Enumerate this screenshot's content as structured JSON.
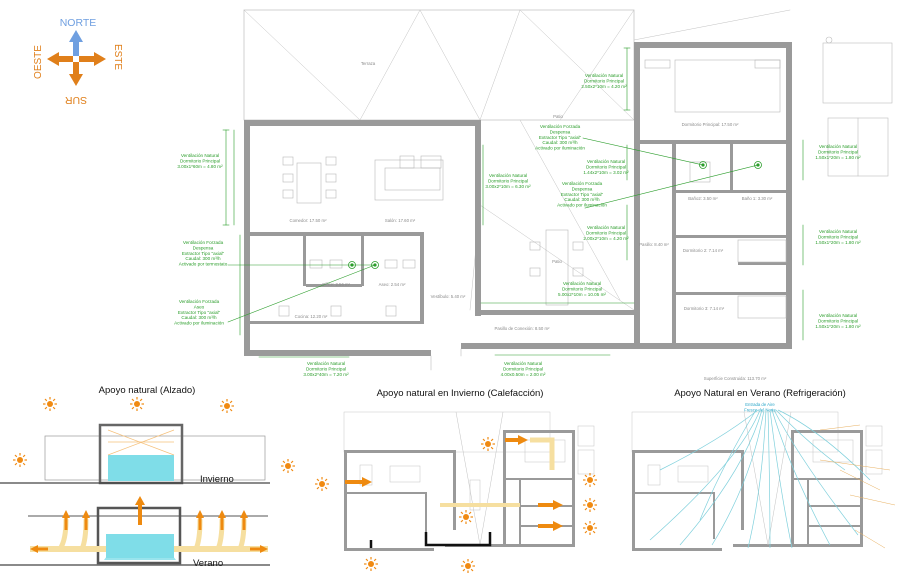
{
  "compass": {
    "north": "NORTE",
    "south": "SUR",
    "east": "ESTE",
    "west": "OESTE",
    "colors": {
      "north": "#6f9fe0",
      "others": "#e07f1a"
    }
  },
  "plan": {
    "rooms": {
      "terraza": "Terraza",
      "comedor": "Comedor: 17.50 m²",
      "salon": "Salón: 17.60 m²",
      "patio_north": "Patio",
      "patio": "Patio",
      "dormitorio_principal": "Dormitorio Principal: 17.50 m²",
      "bano2": "Baño2: 3.50 m²",
      "bano1": "Baño 1: 3.30 m²",
      "pasillo": "Pasillo: 8.40 m²",
      "dormitorio2": "Dormitorio 2: 7.14 m²",
      "dormitorio3": "Dormitorio 3: 7.14 m²",
      "office": "Office: 2.56 m²",
      "aseo": "Aseo: 2.54 m²",
      "cocina": "Cocina: 12.20 m²",
      "vestibulo": "Vestíbulo: 5.40 m²",
      "pasillo_conexion": "Pasillo de Conexión: 8.50 m²",
      "superficie": "Superficie Construida: 113.70 m²"
    },
    "green_notes": {
      "vn_dorm_top": [
        "Ventilación Natural",
        "Dormitorio Principal",
        "2.50x2*10m = 4.20 m²"
      ],
      "vn_left_upper": [
        "Ventilación Natural",
        "Dormitorio Principal",
        "3.00x1*60m = 4.80 m²"
      ],
      "vf_left_desp": [
        "Ventilación Forzada",
        "Despensa",
        "Extractor Tipo \"axial\"",
        "Caudal: 300 m³/h",
        "Activado por termostato"
      ],
      "vf_left_aseo": [
        "Ventilación Forzada",
        "Aseo",
        "Extractor Tipo \"axial\"",
        "Caudal: 300 m³/h",
        "Activado por iluminación"
      ],
      "vn_bottom_left": [
        "Ventilación Natural",
        "Dormitorio Principal",
        "3.00x2*40m = 7.20 m²"
      ],
      "vn_center_left": [
        "Ventilación Natural",
        "Dormitorio Principal",
        "3.00x2*10m = 6.30 m²"
      ],
      "vf_desp_top": [
        "Ventilación Forzada",
        "Despensa",
        "Extractor Tipo \"axial\"",
        "Caudal: 300 m³/h",
        "Activado por iluminación"
      ],
      "vn_mid_a": [
        "Ventilación Natural",
        "Dormitorio Principal",
        "1.44x2*10m = 3.02 m²"
      ],
      "vf_desp_mid": [
        "Ventilación Forzada",
        "Despensa",
        "Extractor Tipo \"axial\"",
        "Caudal: 300 m³/h",
        "Activado por iluminación"
      ],
      "vn_mid_b": [
        "Ventilación Natural",
        "Dormitorio Principal",
        "2.00x2*10m = 4.20 m²"
      ],
      "vn_patio": [
        "Ventilación Natural",
        "Dormitorio Principal",
        "5.00x2*10m = 10.05 m²"
      ],
      "vn_bottom_mid": [
        "Ventilación Natural",
        "Dormitorio Principal",
        "4.00x0.50m = 2.00 m²"
      ],
      "vn_right_1": [
        "Ventilación Natural",
        "Dormitorio Principal",
        "1.50x1*20m = 1.80 m²"
      ],
      "vn_right_2": [
        "Ventilación Natural",
        "Dormitorio Principal",
        "1.50x1*20m = 1.80 m²"
      ],
      "vn_right_3": [
        "Ventilación Natural",
        "Dormitorio Principal",
        "1.50x1*20m = 1.80 m²"
      ]
    }
  },
  "panels": {
    "alzado": {
      "title": "Apoyo natural (Alzado)",
      "winter": "Invierno",
      "summer": "Verano"
    },
    "invierno": {
      "title": "Apoyo natural en Invierno (Calefacción)"
    },
    "verano": {
      "title": "Apoyo Natural en Verano (Refrigeración)",
      "note": [
        "Entrada de Aire",
        "Fresco del Norte"
      ]
    }
  },
  "colors": {
    "wall": "#9a9a9a",
    "green": "#2a9d2a",
    "orange": "#ee8a10",
    "sun": "#f08a12",
    "warm_flow": "#f6dfa0",
    "glass": "#7fdde8",
    "cool_flow": "#7fd0dc"
  }
}
